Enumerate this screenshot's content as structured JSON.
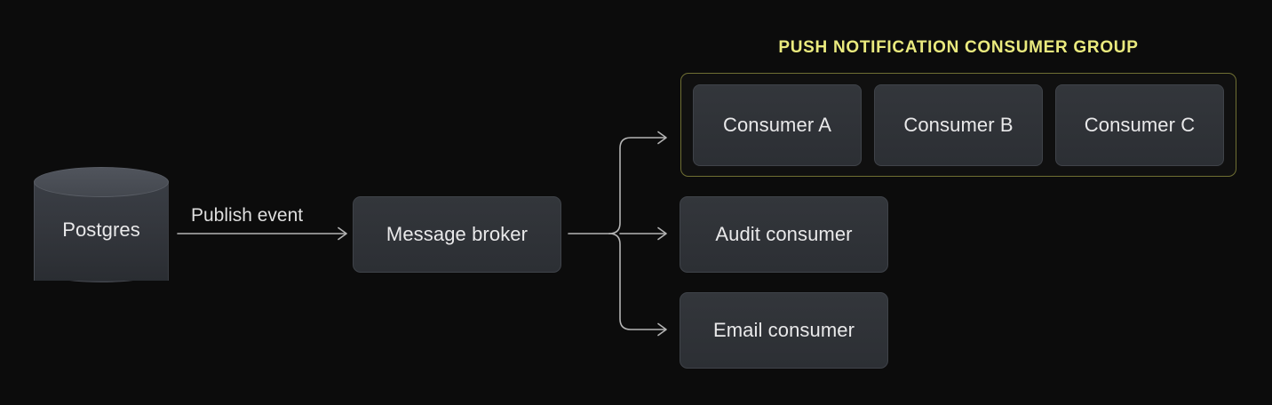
{
  "diagram": {
    "background_color": "#0c0c0c",
    "source": {
      "label": "Postgres",
      "shape": "cylinder-icon"
    },
    "edges": [
      {
        "from": "Postgres",
        "to": "Message broker",
        "label": "Publish event"
      },
      {
        "from": "Message broker",
        "to": "Consumer group",
        "label": ""
      },
      {
        "from": "Message broker",
        "to": "Audit consumer",
        "label": ""
      },
      {
        "from": "Message broker",
        "to": "Email consumer",
        "label": ""
      }
    ],
    "broker": {
      "label": "Message broker"
    },
    "consumer_group": {
      "title": "PUSH NOTIFICATION CONSUMER GROUP",
      "title_color": "#eaea7e",
      "border_color": "#6f6f33",
      "members": [
        {
          "label": "Consumer A"
        },
        {
          "label": "Consumer B"
        },
        {
          "label": "Consumer C"
        }
      ]
    },
    "standalone_consumers": [
      {
        "label": "Audit consumer"
      },
      {
        "label": "Email consumer"
      }
    ],
    "connector_color": "#b4b4b4",
    "node_fill": "#2f3237",
    "node_border": "#3f4349",
    "text_color": "#e9e9ea"
  }
}
